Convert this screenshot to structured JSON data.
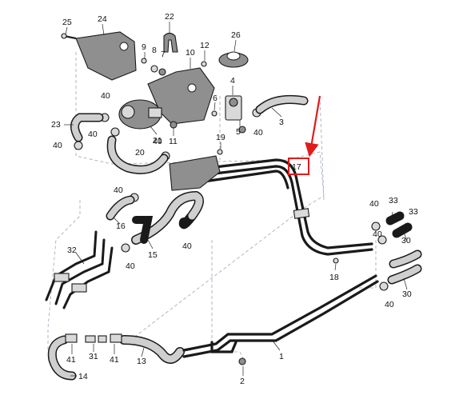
{
  "diagram": {
    "callouts": [
      {
        "id": "c25",
        "text": "25"
      },
      {
        "id": "c24",
        "text": "24"
      },
      {
        "id": "c22",
        "text": "22"
      },
      {
        "id": "c9",
        "text": "9"
      },
      {
        "id": "c8",
        "text": "8"
      },
      {
        "id": "c7",
        "text": "7"
      },
      {
        "id": "c10",
        "text": "10"
      },
      {
        "id": "c12",
        "text": "12"
      },
      {
        "id": "c26",
        "text": "26"
      },
      {
        "id": "c4",
        "text": "4"
      },
      {
        "id": "c40a",
        "text": "40"
      },
      {
        "id": "c40b",
        "text": "40"
      },
      {
        "id": "c6",
        "text": "6"
      },
      {
        "id": "c3",
        "text": "3"
      },
      {
        "id": "c23",
        "text": "23"
      },
      {
        "id": "c40c",
        "text": "40"
      },
      {
        "id": "c21",
        "text": "21"
      },
      {
        "id": "c11",
        "text": "11"
      },
      {
        "id": "c40d",
        "text": "40"
      },
      {
        "id": "c40e",
        "text": "40"
      },
      {
        "id": "c20",
        "text": "20"
      },
      {
        "id": "c40f",
        "text": "40"
      },
      {
        "id": "c19",
        "text": "19"
      },
      {
        "id": "c17",
        "text": "17"
      },
      {
        "id": "c5",
        "text": "5"
      },
      {
        "id": "c40g",
        "text": "40"
      },
      {
        "id": "c16",
        "text": "16"
      },
      {
        "id": "c40h",
        "text": "40"
      },
      {
        "id": "c33a",
        "text": "33"
      },
      {
        "id": "c33b",
        "text": "33"
      },
      {
        "id": "c40i",
        "text": "40"
      },
      {
        "id": "c32",
        "text": "32"
      },
      {
        "id": "c15",
        "text": "15"
      },
      {
        "id": "c40j",
        "text": "40"
      },
      {
        "id": "c30a",
        "text": "30"
      },
      {
        "id": "c18",
        "text": "18"
      },
      {
        "id": "c40k",
        "text": "40"
      },
      {
        "id": "c30b",
        "text": "30"
      },
      {
        "id": "c1",
        "text": "1"
      },
      {
        "id": "c41a",
        "text": "41"
      },
      {
        "id": "c31",
        "text": "31"
      },
      {
        "id": "c41b",
        "text": "41"
      },
      {
        "id": "c13",
        "text": "13"
      },
      {
        "id": "c14",
        "text": "14"
      },
      {
        "id": "c2",
        "text": "2"
      }
    ],
    "highlight": {
      "label": "17",
      "color": "#e01b1b"
    },
    "colors": {
      "line": "#1a1a1a",
      "part": "#d9d9d9",
      "dashed": "#9aa6b8",
      "highlight": "#e01b1b"
    }
  }
}
